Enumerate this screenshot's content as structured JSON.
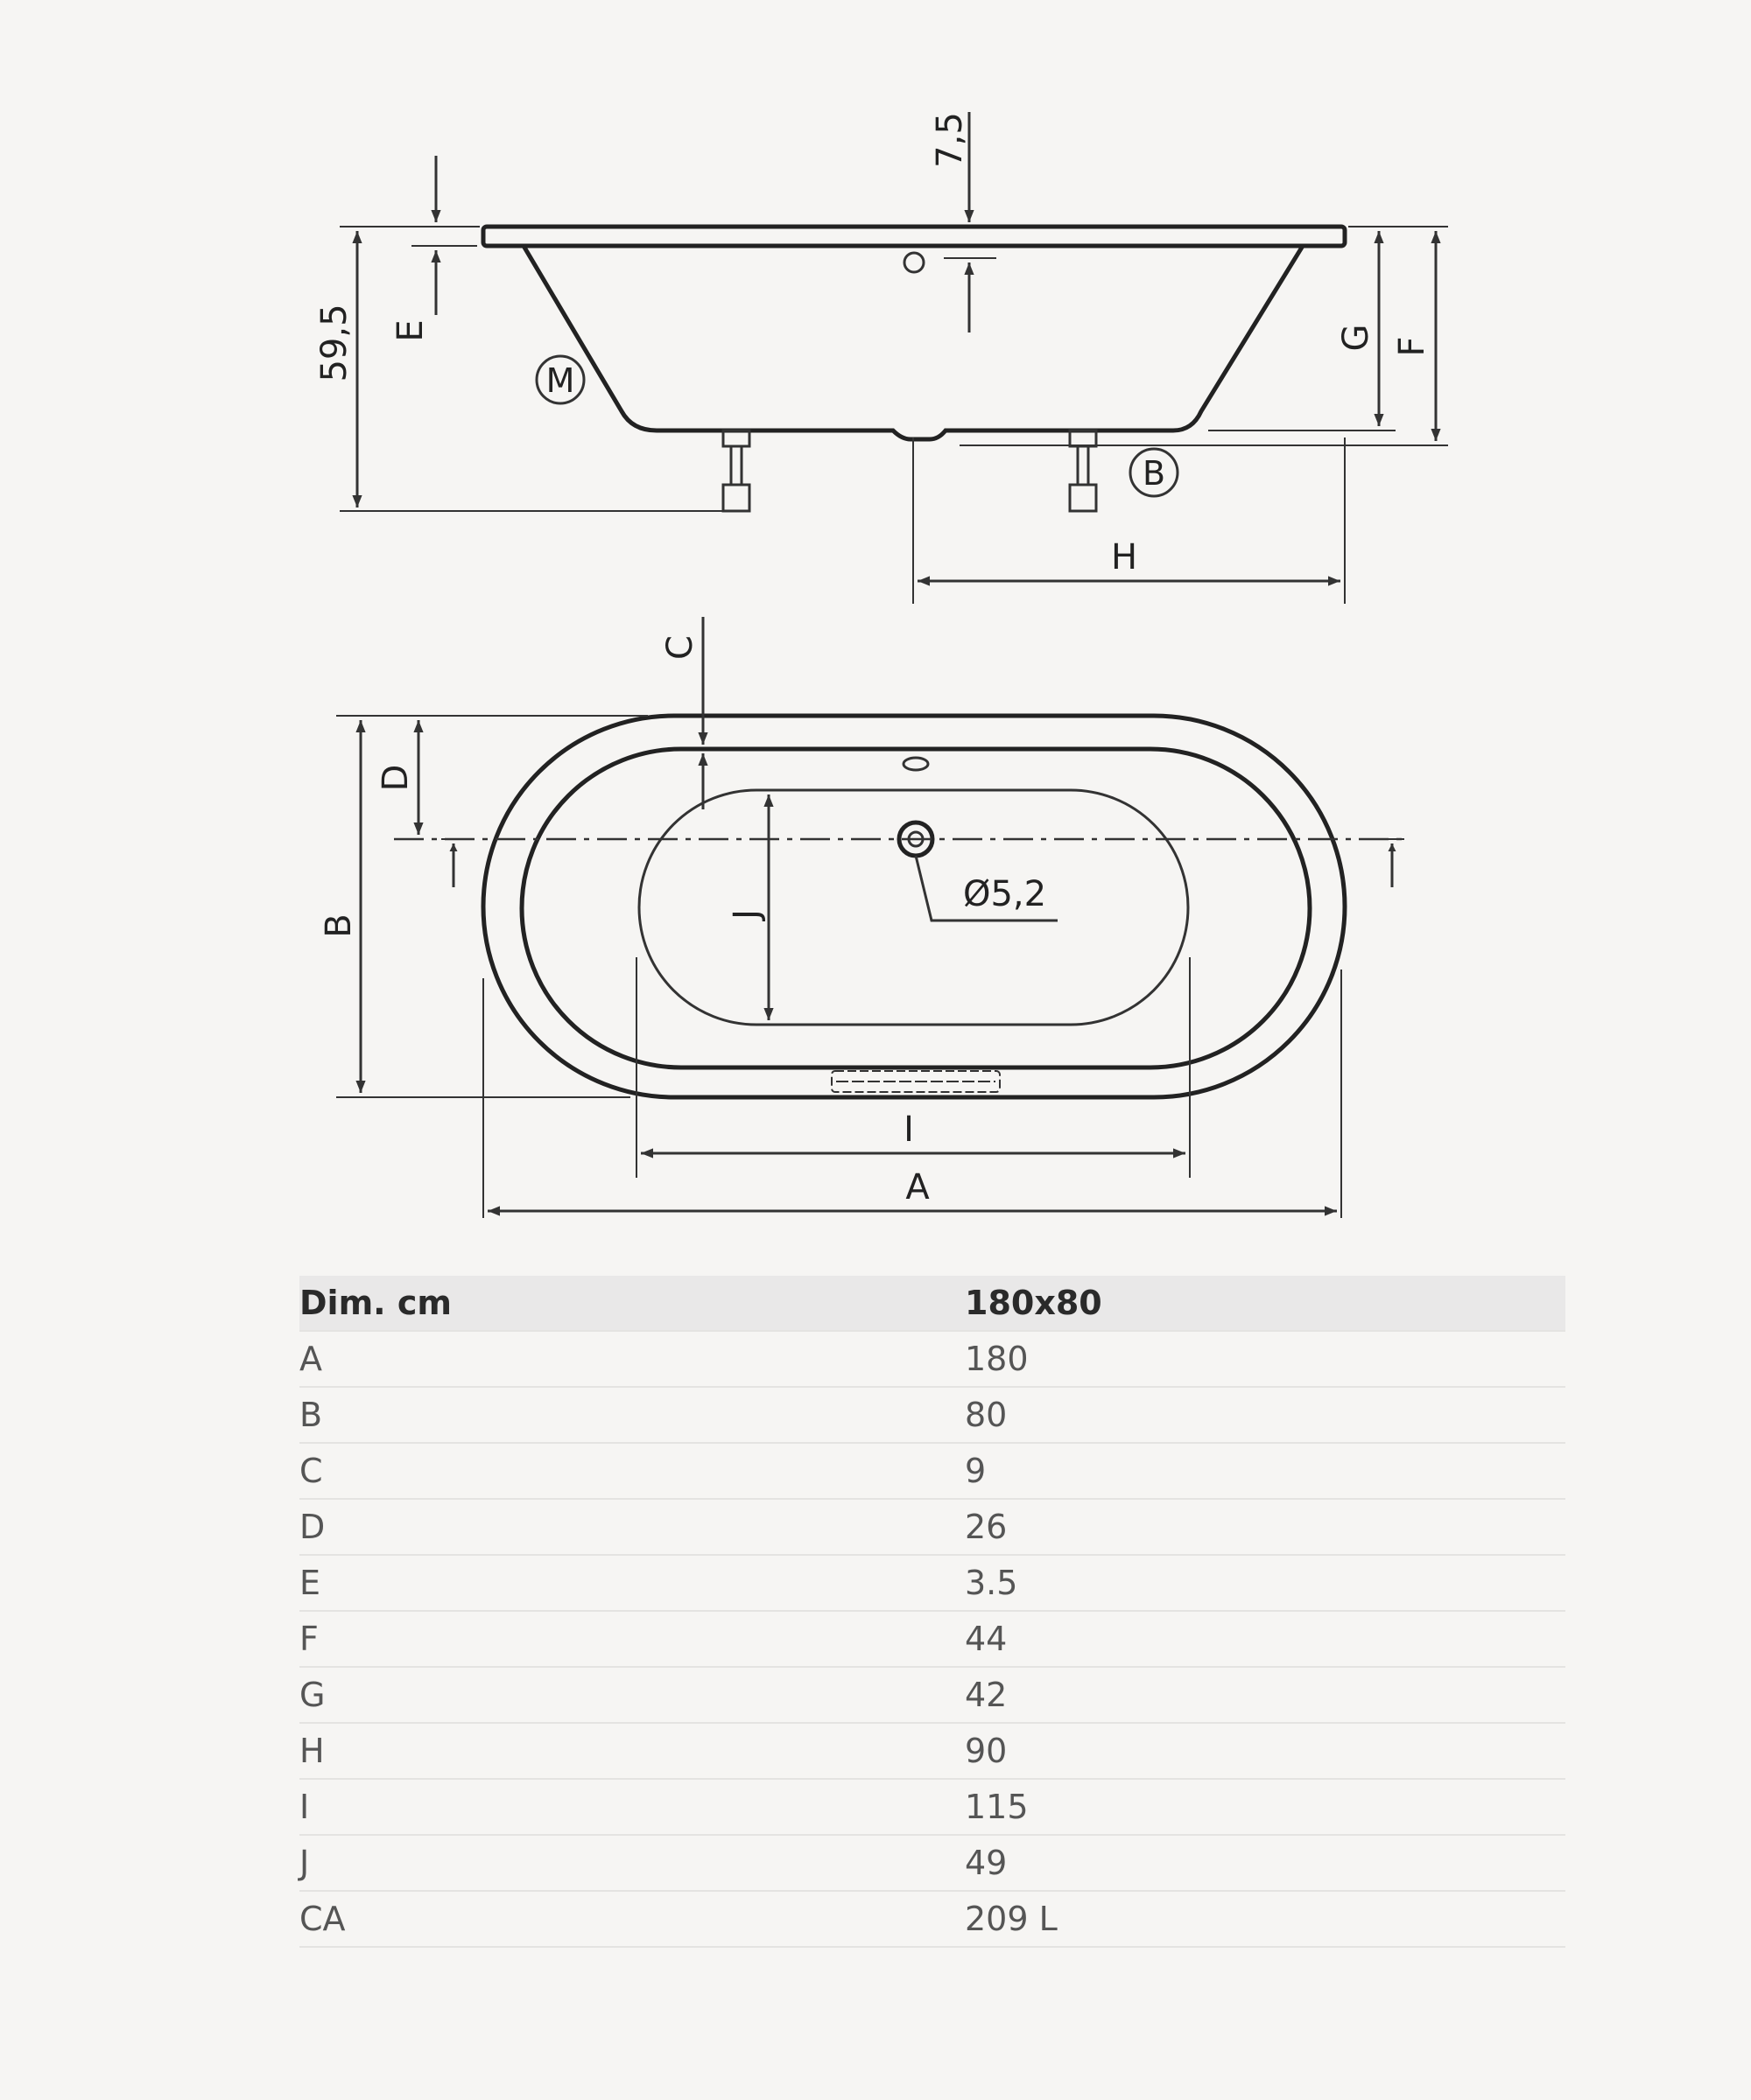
{
  "diagram": {
    "labels": {
      "dim_7_5": "7,5",
      "dim_59_5": "59,5",
      "E": "E",
      "M": "M",
      "G": "G",
      "F": "F",
      "B_circle": "B",
      "H": "H",
      "C": "C",
      "D": "D",
      "B": "B",
      "J": "J",
      "diameter": "Ø5,2",
      "I": "I",
      "A": "A"
    }
  },
  "table": {
    "header": {
      "col1": "Dim. cm",
      "col2": "180x80"
    },
    "rows": [
      {
        "dim": "A",
        "value": "180"
      },
      {
        "dim": "B",
        "value": "80"
      },
      {
        "dim": "C",
        "value": "9"
      },
      {
        "dim": "D",
        "value": "26"
      },
      {
        "dim": "E",
        "value": "3.5"
      },
      {
        "dim": "F",
        "value": "44"
      },
      {
        "dim": "G",
        "value": "42"
      },
      {
        "dim": "H",
        "value": "90"
      },
      {
        "dim": "I",
        "value": "115"
      },
      {
        "dim": "J",
        "value": "49"
      },
      {
        "dim": "CA",
        "value": "209 L"
      }
    ]
  }
}
